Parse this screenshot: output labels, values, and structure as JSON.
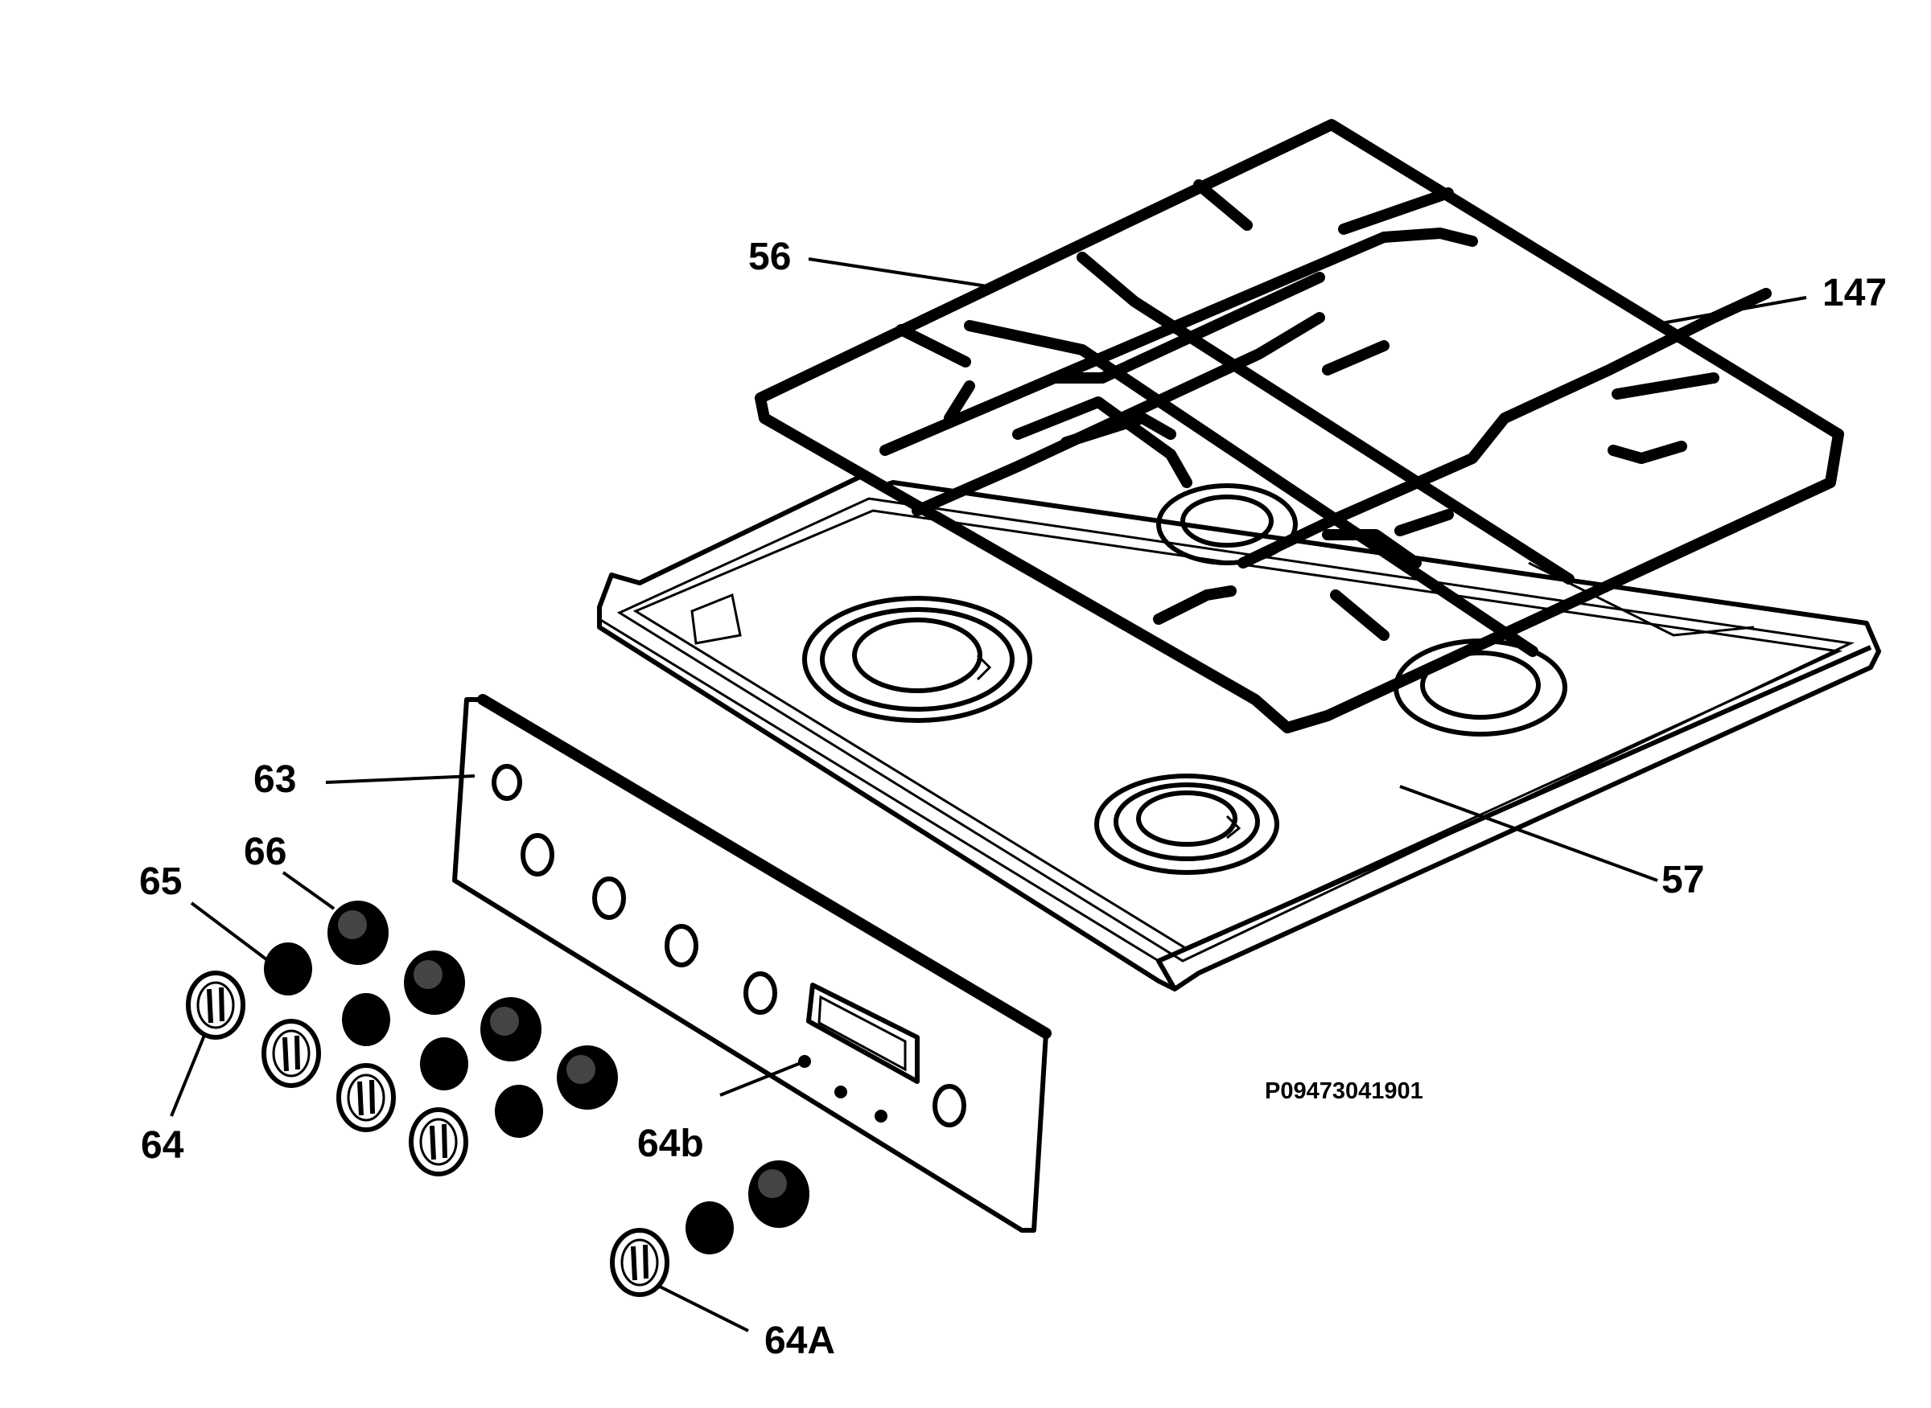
{
  "labels": {
    "grid": "56",
    "grid_part": "147",
    "hob_top": "57",
    "control_panel": "63",
    "knob_cap": "66",
    "knob_insert": "65",
    "knob": "64",
    "knob_special": "64A",
    "panel_fixing": "64b"
  },
  "drawing_code": "P09473041901",
  "colors": {
    "ink": "#000000",
    "background": "#ffffff"
  }
}
